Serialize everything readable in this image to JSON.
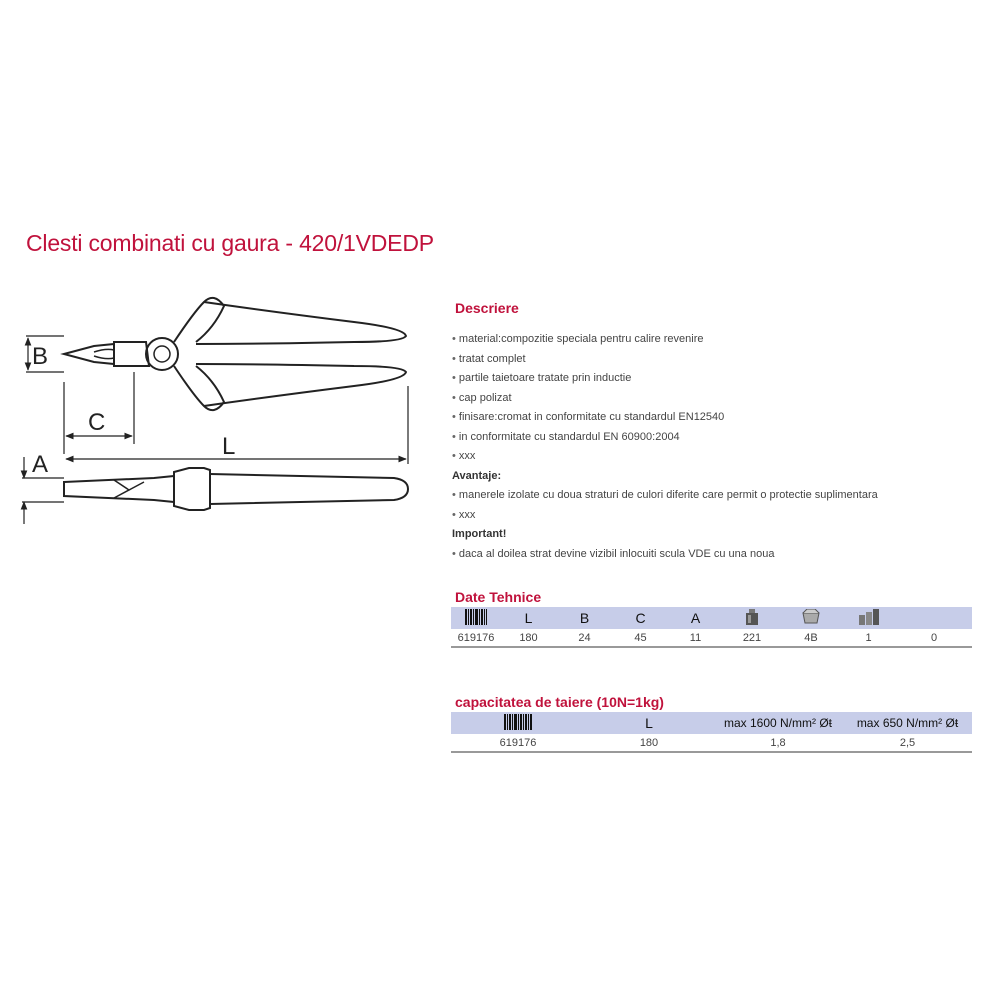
{
  "title": "Clesti combinati cu gaura - 420/1VDEDP",
  "drawing": {
    "labels": {
      "b": "B",
      "c": "C",
      "l": "L",
      "a": "A"
    }
  },
  "description": {
    "heading": "Descriere",
    "items": [
      "material:compozitie speciala pentru calire revenire",
      "tratat complet",
      "partile taietoare tratate prin inductie",
      "cap polizat",
      "finisare:cromat in conformitate cu standardul EN12540",
      "in conformitate cu standardul EN 60900:2004",
      "xxx"
    ],
    "advantages_heading": "Avantaje:",
    "advantages": [
      "manerele izolate cu doua straturi de culori diferite care permit o protectie suplimentara",
      "xxx"
    ],
    "important_heading": "Important!",
    "important": [
      "daca al doilea strat devine vizibil inlocuiti scula VDE cu una noua"
    ]
  },
  "tech": {
    "heading": "Date Tehnice",
    "headers": [
      "barcode-icon",
      "L",
      "B",
      "C",
      "A",
      "weight-icon",
      "package-icon",
      "quantity-icon",
      ""
    ],
    "row": [
      "619176",
      "180",
      "24",
      "45",
      "11",
      "221",
      "4B",
      "1",
      "0"
    ]
  },
  "cutting": {
    "heading": "capacitatea de taiere (10N=1kg)",
    "headers": [
      "barcode-icon",
      "L",
      "max 1600 N/mm² Øŧ",
      "max 650 N/mm² Øŧ"
    ],
    "row": [
      "619176",
      "180",
      "1,8",
      "2,5"
    ]
  },
  "colors": {
    "accent": "#c0123c",
    "table_header": "#c7cde9"
  }
}
